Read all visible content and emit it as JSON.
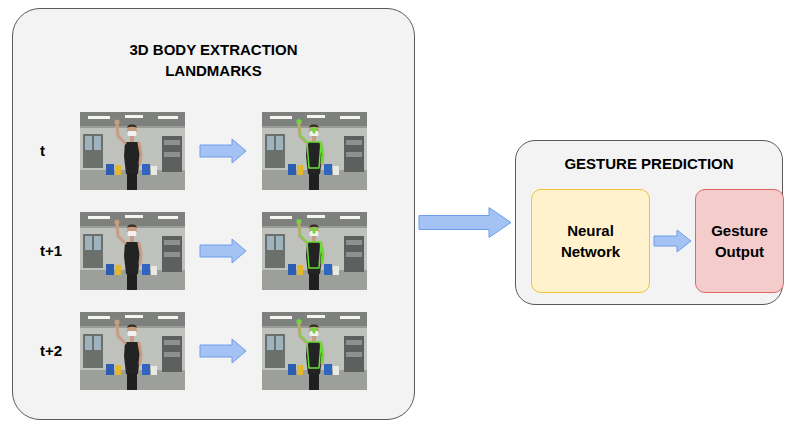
{
  "diagram": {
    "nodes": [
      {
        "text": [
          "3D BODY EXTRACTION LANDMARKS"
        ]
      },
      {
        "text": [
          "GESTURE PREDICTION"
        ]
      },
      {
        "text": [
          "Neural Network"
        ],
        "in": 1
      },
      {
        "text": [
          "Gesture Output"
        ],
        "in": 1
      }
    ],
    "edges": [
      {
        "from": 0,
        "to": 1,
        "arrow": "to"
      },
      {
        "from": 2,
        "to": 3,
        "arrow": "to"
      }
    ],
    "labels": [
      "t",
      "t+1",
      "t+2"
    ]
  }
}
